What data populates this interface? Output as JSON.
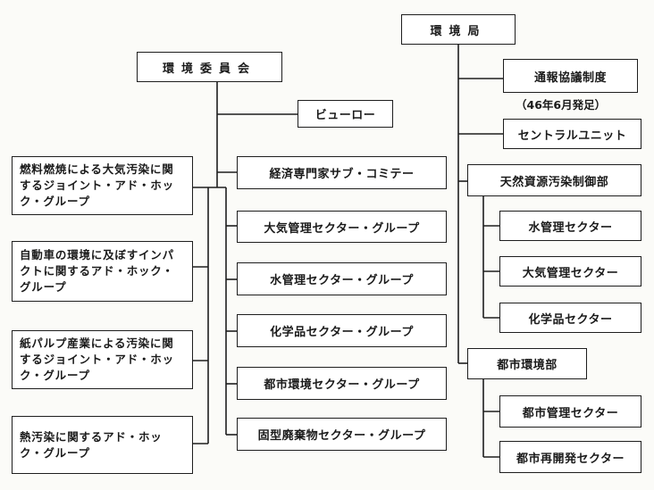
{
  "left": {
    "title": "環境委員会",
    "bureau": "ビューロー",
    "sub_committee": "経済専門家サブ・コミテー",
    "sector_groups": [
      "大気管理セクター・グループ",
      "水管理セクター・グループ",
      "化学品セクター・グループ",
      "都市環境セクター・グループ",
      "固型廃棄物セクター・グループ"
    ],
    "adhoc_groups": [
      "燃料燃焼による大気汚染に関するジョイント・アド・ホック・グループ",
      "自動車の環境に及ぼすインパクトに関するアド・ホック・グループ",
      "紙パルプ産業による汚染に関するジョイント・アド・ホック・グループ",
      "熱汚染に関するアド・ホック・グループ"
    ]
  },
  "right": {
    "title": "環境局",
    "committee": "通報協議制度",
    "committee_note": "（46年6月発足）",
    "central_unit": "セントラルユニット",
    "natural_resources": {
      "name": "天然資源汚染制御部",
      "sectors": [
        "水管理セクター",
        "大気管理セクター",
        "化学品セクター"
      ]
    },
    "urban": {
      "name": "都市環境部",
      "sectors": [
        "都市管理セクター",
        "都市再開発セクター"
      ]
    }
  }
}
